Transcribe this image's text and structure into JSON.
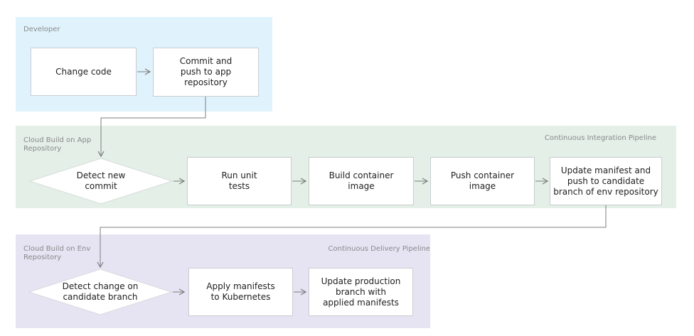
{
  "lanes": [
    {
      "label": "Developer",
      "pipeline_label": "",
      "color": "#e0f2fc"
    },
    {
      "label": "Cloud Build on App\nRepository",
      "pipeline_label": "Continuous Integration Pipeline",
      "color": "#e3efe7"
    },
    {
      "label": "Cloud Build on Env\nRepository",
      "pipeline_label": "Continuous Delivery Pipeline",
      "color": "#e6e3f3"
    }
  ],
  "nodes": {
    "change_code": {
      "label": "Change code",
      "shape": "rectangle"
    },
    "commit_push": {
      "label": "Commit and\npush to app\nrepository",
      "shape": "rectangle"
    },
    "detect_new_commit": {
      "label": "Detect new\ncommit",
      "shape": "diamond"
    },
    "run_unit_tests": {
      "label": "Run unit\ntests",
      "shape": "rectangle"
    },
    "build_container_image": {
      "label": "Build container\nimage",
      "shape": "rectangle"
    },
    "push_container_image": {
      "label": "Push container\nimage",
      "shape": "rectangle"
    },
    "update_manifest": {
      "label": "Update manifest and\npush to candidate\nbranch of env repository",
      "shape": "rectangle"
    },
    "detect_change": {
      "label": "Detect change on\ncandidate branch",
      "shape": "diamond"
    },
    "apply_manifests": {
      "label": "Apply manifests\nto Kubernetes",
      "shape": "rectangle"
    },
    "update_production": {
      "label": "Update production\nbranch with\napplied manifests",
      "shape": "rectangle"
    }
  },
  "colors": {
    "lane_developer_bg": "#e0f2fc",
    "lane_ci_bg": "#e3efe7",
    "lane_cd_bg": "#e6e3f3",
    "node_bg": "#ffffff",
    "node_border": "#c9cdd0",
    "connector": "#7d7d7d",
    "lane_label_text": "#8a8a8a",
    "node_text": "#212121"
  }
}
